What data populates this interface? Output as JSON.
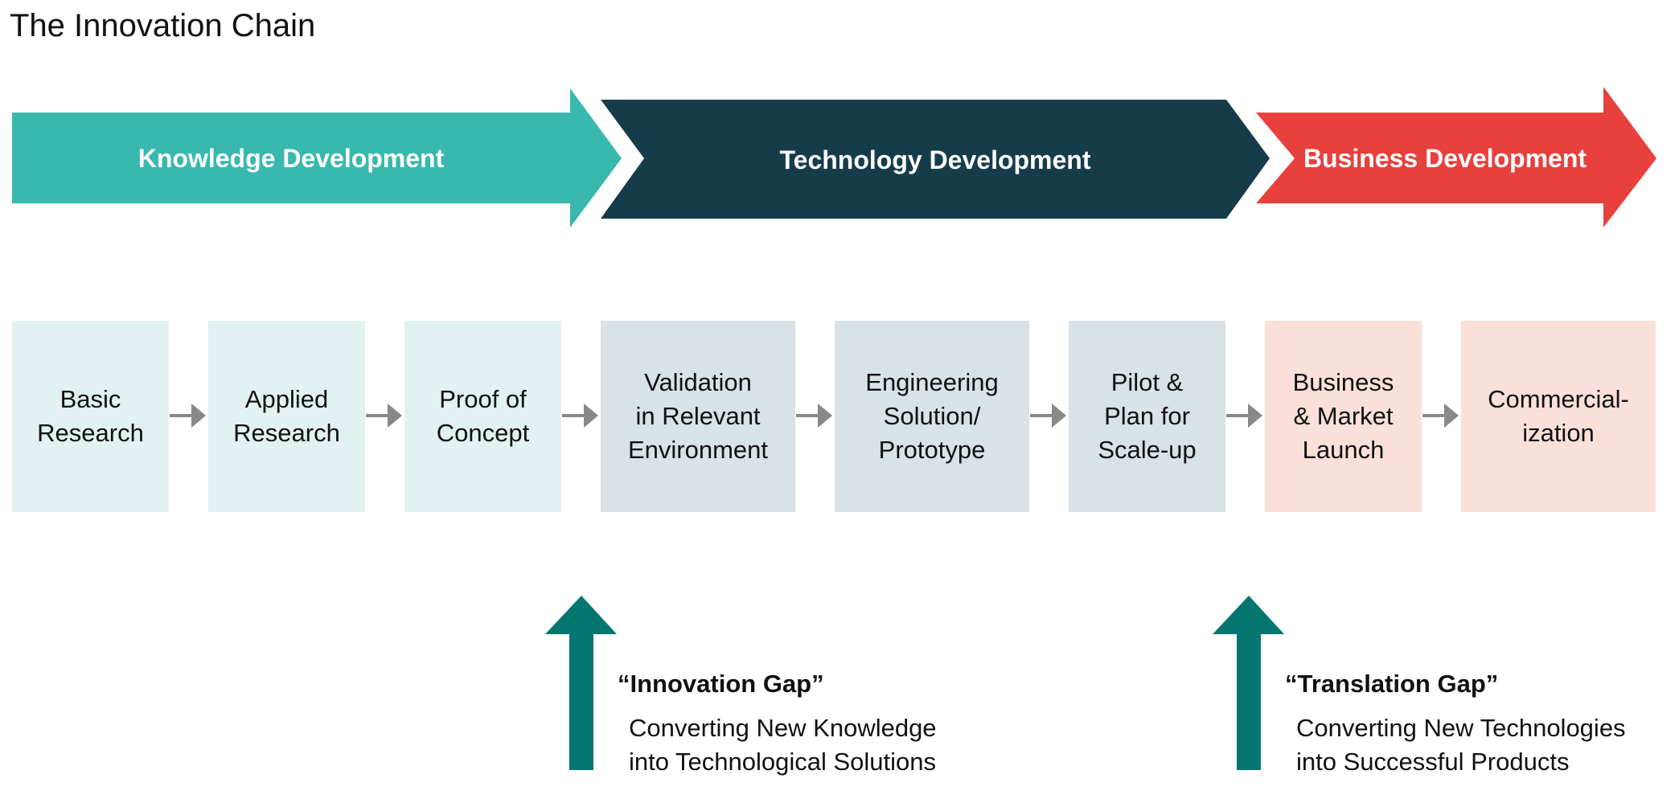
{
  "title": "The Innovation Chain",
  "colors": {
    "knowledge": "#39b8ae",
    "technology": "#173c49",
    "business": "#e8403d",
    "connector": "#888888",
    "gap_arrow": "#037670"
  },
  "phases": [
    {
      "label": "Knowledge Development"
    },
    {
      "label": "Technology Development"
    },
    {
      "label": "Business Development"
    }
  ],
  "stages": [
    {
      "label": "Basic\nResearch"
    },
    {
      "label": "Applied\nResearch"
    },
    {
      "label": "Proof of\nConcept"
    },
    {
      "label": "Validation\nin Relevant\nEnvironment"
    },
    {
      "label": "Engineering\nSolution/\nPrototype"
    },
    {
      "label": "Pilot &\nPlan for\nScale-up"
    },
    {
      "label": "Business\n& Market\nLaunch"
    },
    {
      "label": "Commercial-\nization"
    }
  ],
  "gaps": [
    {
      "title": "“Innovation Gap”",
      "description": "Converting New Knowledge\ninto Technological Solutions"
    },
    {
      "title": "“Translation Gap”",
      "description": "Converting New Technologies\ninto Successful Products"
    }
  ]
}
